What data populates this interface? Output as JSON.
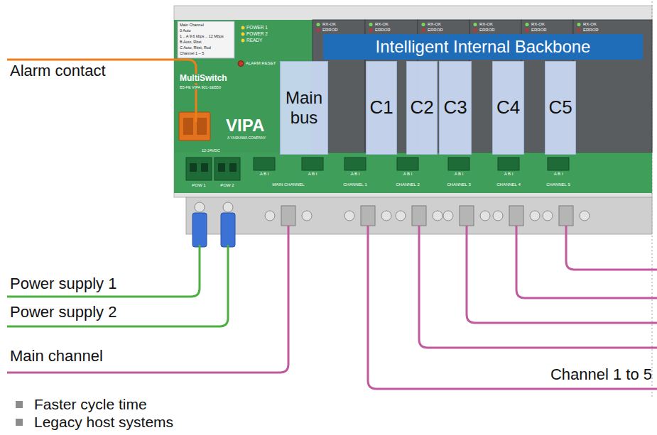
{
  "diagram": {
    "nodes": [
      {
        "text": [
          "Intelligent Internal Backbone"
        ]
      },
      {
        "text": [
          "Main bus"
        ]
      },
      {
        "text": [
          "C1"
        ]
      },
      {
        "text": [
          "C2"
        ]
      },
      {
        "text": [
          "C3"
        ]
      },
      {
        "text": [
          "C4"
        ]
      },
      {
        "text": [
          "C5"
        ]
      }
    ],
    "labels": [
      "Alarm contact",
      "Power supply 1",
      "Power supply 2",
      "Main channel",
      "Channel 1 to 5",
      "Faster cycle time",
      "Legacy host systems",
      "Main Channel",
      "0 Auto",
      "1 .. A 9.6 kbps .. 12 Mbps",
      "B Auto, Rbst",
      "C Auto, Rbst, Rcd",
      "Channel 1 – 5",
      "POWER 1",
      "POWER 2",
      "READY",
      "ALARM RESET",
      "MultiSwitch",
      "B5-FE VIPA 901-1EB50",
      "VIPA",
      "A YASKAWA COMPANY",
      "12-24VDC",
      "POW 1",
      "POW 2",
      "A B I",
      "A B I",
      "A B I",
      "A B I",
      "A B I",
      "A B I",
      "A B I",
      "MAIN CHANNEL",
      "CHANNEL 1",
      "CHANNEL 2",
      "CHANNEL 3",
      "CHANNEL 4",
      "CHANNEL 5",
      "RX-OK",
      "RX-OK",
      "RX-OK",
      "RX-OK",
      "RX-OK",
      "RX-OK",
      "ERROR",
      "ERROR",
      "ERROR",
      "ERROR",
      "ERROR",
      "ERROR"
    ]
  }
}
